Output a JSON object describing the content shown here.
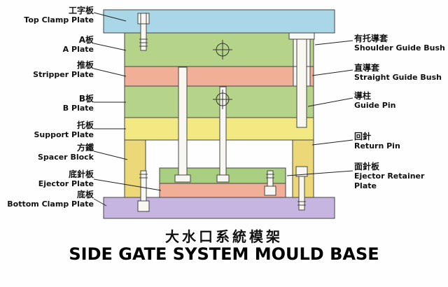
{
  "title": {
    "zh": "大水口系統模架",
    "en": "SIDE GATE SYSTEM MOULD BASE"
  },
  "diagram": {
    "parts_left": [
      {
        "zh": "工字板",
        "en": "Top Clamp Plate"
      },
      {
        "zh": "A板",
        "en": "A Plate"
      },
      {
        "zh": "推板",
        "en": "Stripper Plate"
      },
      {
        "zh": "B板",
        "en": "B Plate"
      },
      {
        "zh": "托板",
        "en": "Support Plate"
      },
      {
        "zh": "方鐵",
        "en": "Spacer Block"
      },
      {
        "zh": "底針板",
        "en": "Ejector Plate"
      },
      {
        "zh": "底板",
        "en": "Bottom Clamp Plate"
      }
    ],
    "parts_right": [
      {
        "zh": "有托導套",
        "en": "Shoulder Guide Bush"
      },
      {
        "zh": "直導套",
        "en": "Straight Guide Bush"
      },
      {
        "zh": "導柱",
        "en": "Guide Pin"
      },
      {
        "zh": "回針",
        "en": "Return Pin"
      },
      {
        "zh": "面針板",
        "en": "Ejector Retainer Plate"
      }
    ]
  },
  "colors": {
    "top_clamp_plate": "#a9d7e8",
    "a_plate": "#b6d489",
    "stripper_plate": "#f1af97",
    "b_plate": "#b6d489",
    "support_plate": "#f3e983",
    "spacer_block": "#ecd779",
    "ejector_retainer_plate": "#a8cf7f",
    "ejector_plate": "#f1af97",
    "bottom_clamp_plate": "#c6b4e1",
    "pin": "#f8f7f2",
    "outline": "#4a4a4a",
    "leader": "#222222"
  }
}
